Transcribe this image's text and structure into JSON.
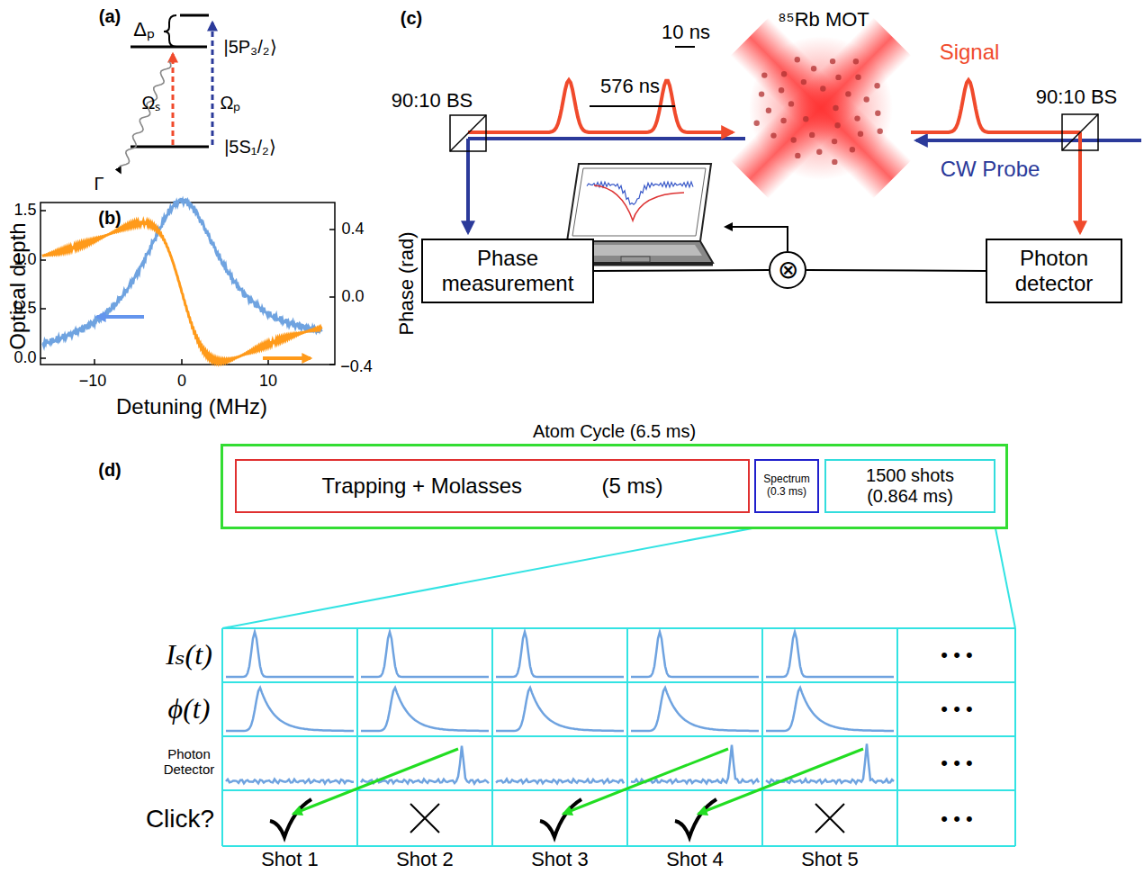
{
  "diagram": {
    "nodes": [
      {
        "text": [
          "Phase measurement"
        ]
      },
      {
        "text": [
          "⊗"
        ]
      },
      {
        "text": [
          "Photon detector"
        ]
      },
      {
        "text": [
          "Atom Cycle (6.5 ms)"
        ]
      },
      {
        "text": [
          "Trapping + Molasses",
          "(5 ms)"
        ],
        "in": 3
      },
      {
        "text": [
          "Spectrum",
          "(0.3 ms)"
        ],
        "in": 3
      },
      {
        "text": [
          "1500 shots",
          "(0.864 ms)"
        ],
        "in": 3
      }
    ],
    "edges": [
      {
        "from": 0,
        "to": 1,
        "arrow": "none"
      },
      {
        "from": 2,
        "to": 1,
        "arrow": "none"
      }
    ],
    "labels": [
      "(a)",
      "Δₚ",
      "|5P₃/₂⟩",
      "Γ",
      "Ωₛ",
      "Ωₚ",
      "|5S₁/₂⟩",
      "(b)",
      "Optical depth",
      "Phase (rad)",
      "1.5",
      "1.0",
      "0.5",
      "0.0",
      "0.4",
      "0.0",
      "−0.4",
      "−10",
      "0",
      "10",
      "Detuning (MHz)",
      "(c)",
      "⁸⁵Rb MOT",
      "10 ns",
      "576 ns",
      "90:10 BS",
      "Signal",
      "90:10 BS",
      "CW Probe",
      "(d)",
      "Iₛ(t)",
      "ϕ(t)",
      "Photon Detector",
      "Click?",
      "Shot 1",
      "Shot 2",
      "Shot 3",
      "Shot 4",
      "Shot 5",
      "• • •",
      "• • •",
      "• • •",
      "• • •"
    ]
  }
}
